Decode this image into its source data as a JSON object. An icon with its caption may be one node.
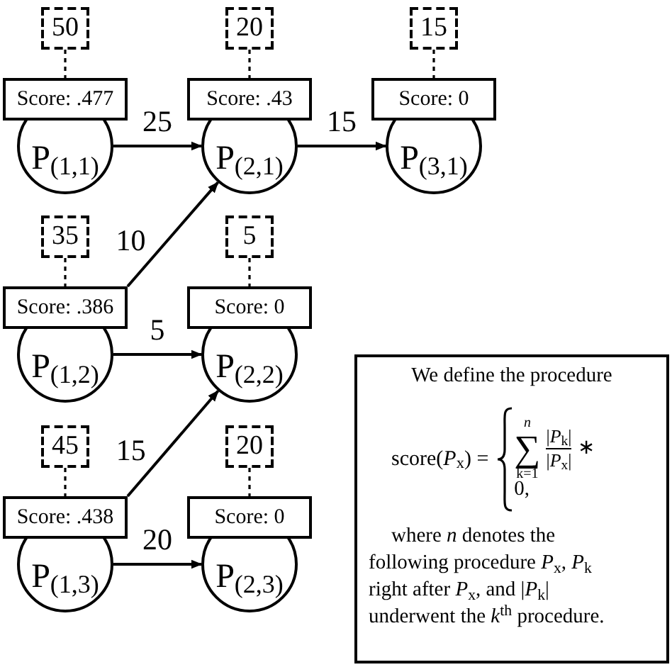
{
  "diagram": {
    "nodes": [
      {
        "text": [
          "50"
        ]
      },
      {
        "text": [
          "Score: .477"
        ]
      },
      {
        "text": [
          "P$_{(1,1)}$"
        ]
      },
      {
        "text": [
          "20"
        ]
      },
      {
        "text": [
          "Score: .43"
        ]
      },
      {
        "text": [
          "P$_{(2,1)}$"
        ]
      },
      {
        "text": [
          "15"
        ]
      },
      {
        "text": [
          "Score: 0"
        ]
      },
      {
        "text": [
          "P$_{(3,1)}$"
        ]
      },
      {
        "text": [
          "35"
        ]
      },
      {
        "text": [
          "Score: .386"
        ]
      },
      {
        "text": [
          "P$_{(1,2)}$"
        ]
      },
      {
        "text": [
          "5"
        ]
      },
      {
        "text": [
          "Score: 0"
        ]
      },
      {
        "text": [
          "P$_{(2,2)}$"
        ]
      },
      {
        "text": [
          "45"
        ]
      },
      {
        "text": [
          "Score: .438"
        ]
      },
      {
        "text": [
          "P$_{(1,3)}$"
        ]
      },
      {
        "text": [
          "20"
        ]
      },
      {
        "text": [
          "Score: 0"
        ]
      },
      {
        "text": [
          "P$_{(2,3)}$"
        ]
      },
      {
        "text": [
          "We define the procedure",
          "score(*P*$_{x}$) =",
          "n",
          "∑",
          "k=1",
          "|*P*$_{k}$|",
          "|*P*$_{x}$|",
          "∗",
          "0,",
          "where *n* denotes the",
          "following procedure *P*$_{x}$, *P*$_{k}$",
          "right after *P*$_{x}$, and |*P*$_{k}$|",
          "underwent the *k*$^{th}$ procedure."
        ]
      }
    ],
    "edges": [
      {
        "from": 0,
        "to": 1,
        "arrow": "none",
        "style": "dashed"
      },
      {
        "from": 3,
        "to": 4,
        "arrow": "none",
        "style": "dashed"
      },
      {
        "from": 6,
        "to": 7,
        "arrow": "none",
        "style": "dashed"
      },
      {
        "from": 9,
        "to": 10,
        "arrow": "none",
        "style": "dashed"
      },
      {
        "from": 12,
        "to": 13,
        "arrow": "none",
        "style": "dashed"
      },
      {
        "from": 15,
        "to": 16,
        "arrow": "none",
        "style": "dashed"
      },
      {
        "from": 18,
        "to": 19,
        "arrow": "none",
        "style": "dashed"
      },
      {
        "from": 2,
        "to": 5,
        "arrow": "to",
        "label": "25"
      },
      {
        "from": 5,
        "to": 8,
        "arrow": "to",
        "label": "15"
      },
      {
        "from": 10,
        "to": 5,
        "arrow": "to",
        "label": "10"
      },
      {
        "from": 11,
        "to": 14,
        "arrow": "to",
        "label": "5"
      },
      {
        "from": 16,
        "to": 14,
        "arrow": "to",
        "label": "15"
      },
      {
        "from": 17,
        "to": 20,
        "arrow": "to",
        "label": "20"
      }
    ]
  }
}
